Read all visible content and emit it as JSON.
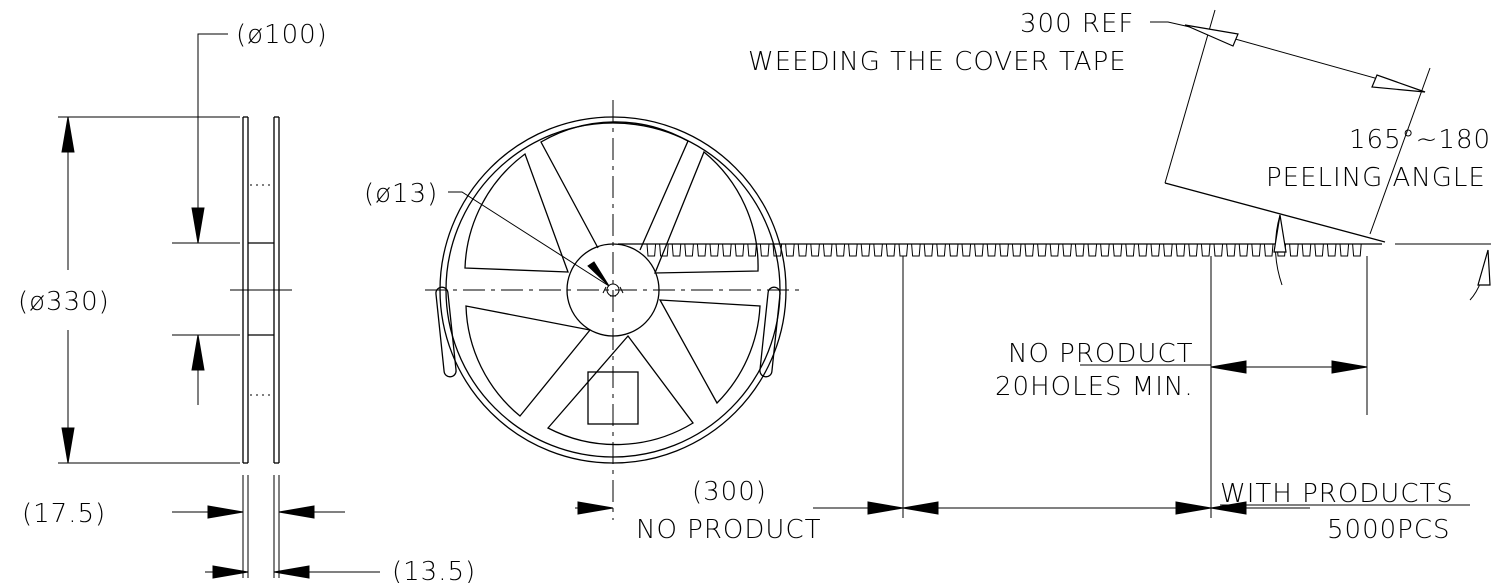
{
  "labels": {
    "hub_diameter": "(ø100)",
    "reel_diameter": "(ø330)",
    "arbor_hole": "(ø13)",
    "outer_width": "(17.5)",
    "inner_width": "(13.5)",
    "cover_tape_ref": "300 REF",
    "cover_tape_note": "WEEDING THE COVER TAPE",
    "peeling_angle_value": "165°~180",
    "peeling_angle_label": "PEELING ANGLE",
    "no_product_line1": "NO PRODUCT",
    "no_product_line2": "20HOLES MIN.",
    "leader_length": "(300)",
    "leader_label": "NO PRODUCT",
    "with_products_line1": "WITH PRODUCTS",
    "with_products_line2": "5000PCS"
  }
}
